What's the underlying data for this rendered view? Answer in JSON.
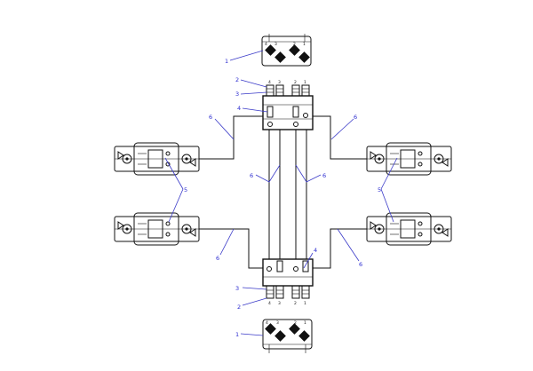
{
  "callouts": {
    "c1_top": "1",
    "c2_top": "2",
    "c3_top": "3",
    "c4_top": "4",
    "c6_ul": "6",
    "c6_ur": "6",
    "c6_ml": "6",
    "c6_mr": "6",
    "c5_left": "5",
    "c5_right": "5",
    "c6_ll": "6",
    "c6_lr": "6",
    "c4_bot": "4",
    "c3_bot": "3",
    "c2_bot": "2",
    "c1_bot": "1"
  },
  "port_labels": {
    "top_plate": [
      "4",
      "3",
      "2",
      "1"
    ],
    "top_manifold": [
      "4",
      "3",
      "2",
      "1"
    ],
    "bottom_manifold": [
      "4",
      "3",
      "2",
      "1"
    ],
    "bottom_plate": [
      "4",
      "3",
      "2",
      "1"
    ]
  }
}
